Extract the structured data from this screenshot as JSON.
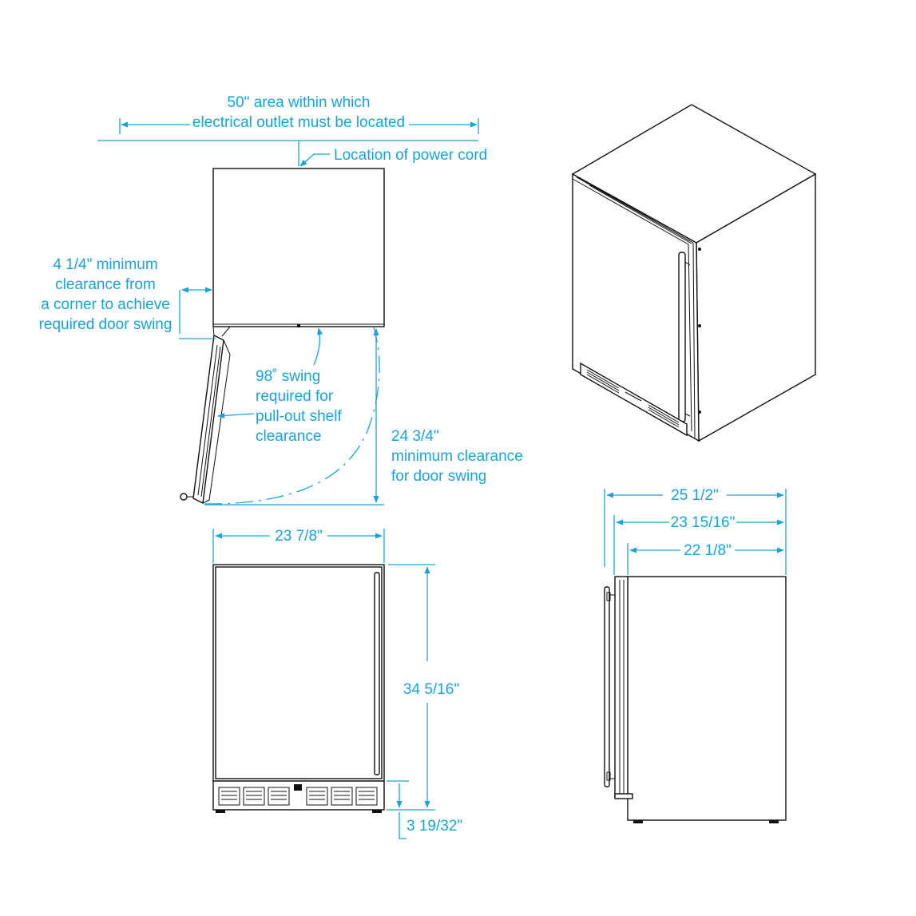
{
  "colors": {
    "dimension": "#1aa3db",
    "outline": "#111111",
    "background": "#ffffff"
  },
  "top_view": {
    "outlet_area_line1": "50\" area within which",
    "outlet_area_line2": "electrical outlet must be located",
    "power_cord": "Location of power cord",
    "corner_clearance": [
      "4 1/4\" minimum",
      "clearance from",
      "a corner to achieve",
      "required door swing"
    ],
    "swing": [
      "98˚ swing",
      "required for",
      "pull-out shelf",
      "clearance"
    ],
    "door_clearance": [
      "24 3/4\"",
      "minimum clearance",
      "for door swing"
    ]
  },
  "front_view": {
    "width": "23 7/8\"",
    "height": "34 5/16\"",
    "toe_kick": "3 19/32\""
  },
  "side_view": {
    "depth_overall": "25 1/2\"",
    "depth_door": "23 15/16\"",
    "depth_cabinet": "22 1/8\""
  }
}
